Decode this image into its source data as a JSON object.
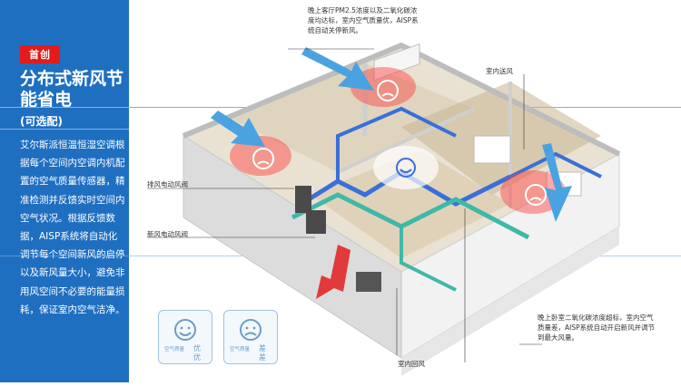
{
  "sidebar": {
    "badge": "首创",
    "title": "分布式新风节能省电",
    "subtitle": "(可选配)",
    "description": "艾尔斯派恒温恒湿空调根据每个空间内空调内机配置的空气质量传感器，精准检测并反馈实时空间内空气状况。根据反馈数据，AISP系统将自动化调节每个空间新风的启停以及新风量大小，避免非用风空间不必要的能量损耗，保证室内空气洁净。"
  },
  "callouts": {
    "top": "晚上客厅PM2.5浓度以及二氧化碳浓度均达标，室内空气质量优，AISP系统自动关停新风。",
    "supply": "室内送风",
    "exhaust_damper": "排风电动风阀",
    "fresh_damper": "新风电动风阀",
    "bedroom": "晚上卧室二氧化碳浓度超标，室内空气质量差，AISP系统自动开启新风并调节到最大风量。",
    "return": "室内回风"
  },
  "legend": {
    "good": {
      "left": "空气质量",
      "right": "优",
      "right2": "优"
    },
    "bad": {
      "left": "空气质量",
      "right": "差",
      "right2": "差"
    }
  },
  "colors": {
    "brand_blue": "#1f6fc1",
    "badge_red": "#e21b1b",
    "fresh_air_arrow": "#4aa3e0",
    "exhaust_arrow": "#e23a3a",
    "duct_blue": "#3a6fd8",
    "duct_teal": "#3fb8a8"
  },
  "icons": [
    "sad-face-icon",
    "happy-face-icon",
    "air-arrow-icon"
  ]
}
